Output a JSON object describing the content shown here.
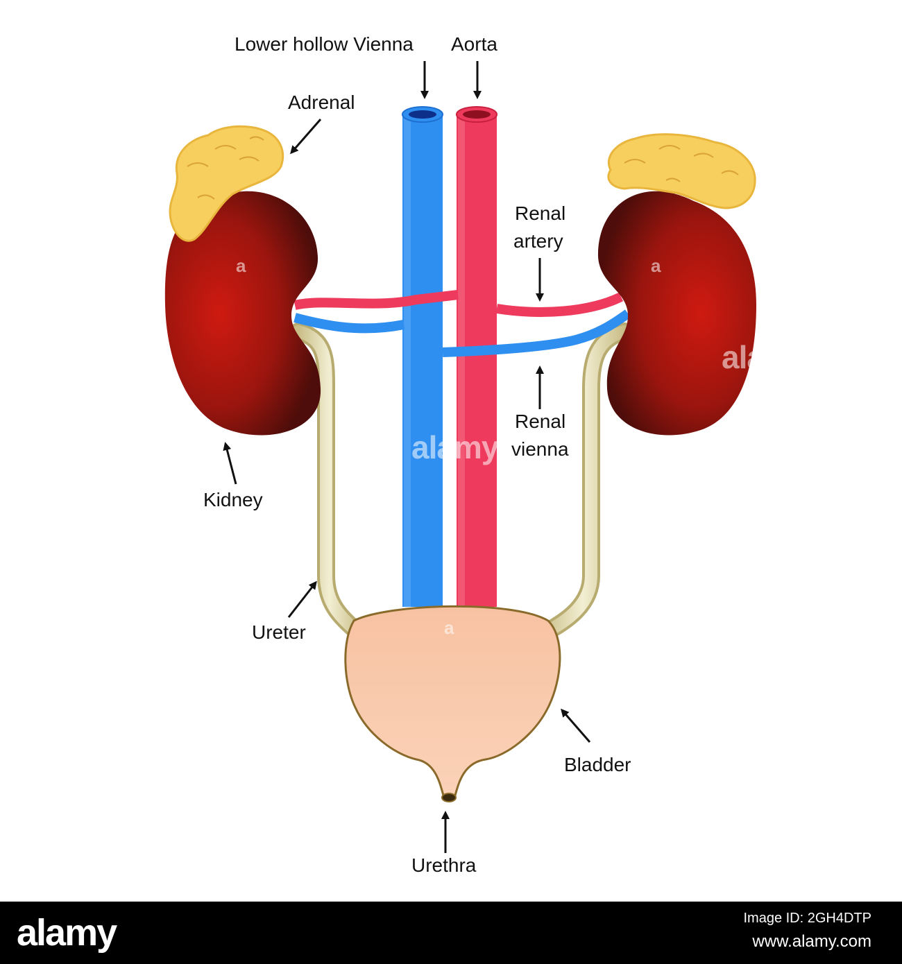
{
  "labels": {
    "vena": "Lower hollow Vienna",
    "aorta": "Aorta",
    "adrenal": "Adrenal",
    "renal_artery_1": "Renal",
    "renal_artery_2": "artery",
    "renal_vein_1": "Renal",
    "renal_vein_2": "vienna",
    "kidney": "Kidney",
    "ureter": "Ureter",
    "bladder": "Bladder",
    "urethra": "Urethra"
  },
  "watermark": {
    "center": "alamy",
    "side": "ala",
    "small": "a"
  },
  "footer": {
    "logo": "alamy",
    "image_id_line1": "Image ID: 2GH4DTP",
    "url": "www.alamy.com"
  },
  "colors": {
    "vena": "#2f8ff0",
    "aorta": "#ee3a5c",
    "kidney_center": "#c91a10",
    "kidney_edge": "#5a0f0b",
    "adrenal": "#f7cf5f",
    "ureter": "#d8cf9b",
    "bladder": "#f9c7a8",
    "bladder_outline": "#8a6a2a"
  }
}
